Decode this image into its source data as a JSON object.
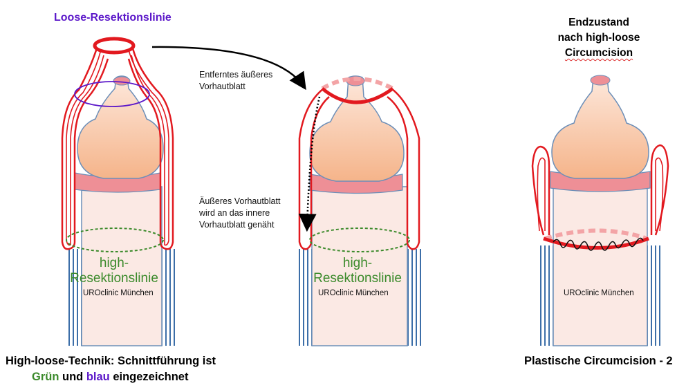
{
  "labels": {
    "loose_line": "Loose-Resektionslinie",
    "removed_outer": [
      "Entferntes äußeres",
      "Vorhautblatt"
    ],
    "sewn_outer": [
      "Äußeres Vorhautblatt",
      "wird an das innere",
      "Vorhautblatt genäht"
    ],
    "high_line": [
      "high-",
      "Resektionslinie"
    ],
    "clinic": "UROclinic München",
    "end_state": [
      "Endzustand",
      "nach high-loose",
      "Circumcision"
    ]
  },
  "captions": {
    "left_line1": "High-loose-Technik: Schnittführung ist",
    "left_word_green": "Grün",
    "left_und": " und ",
    "left_word_blue": "blau",
    "left_tail": " eingezeichnet",
    "right": "Plastische Circumcision - 2"
  },
  "colors": {
    "red": "#e2191f",
    "pink_ring": "#f3a4a6",
    "glans_top": "#fbdfd2",
    "glans_bottom": "#f6b98f",
    "shaft": "#fbe9e4",
    "corona_band": "#ee8f96",
    "outline_blue": "#6d8fb8",
    "green": "#3b8a2b",
    "purple": "#5b17c9"
  }
}
